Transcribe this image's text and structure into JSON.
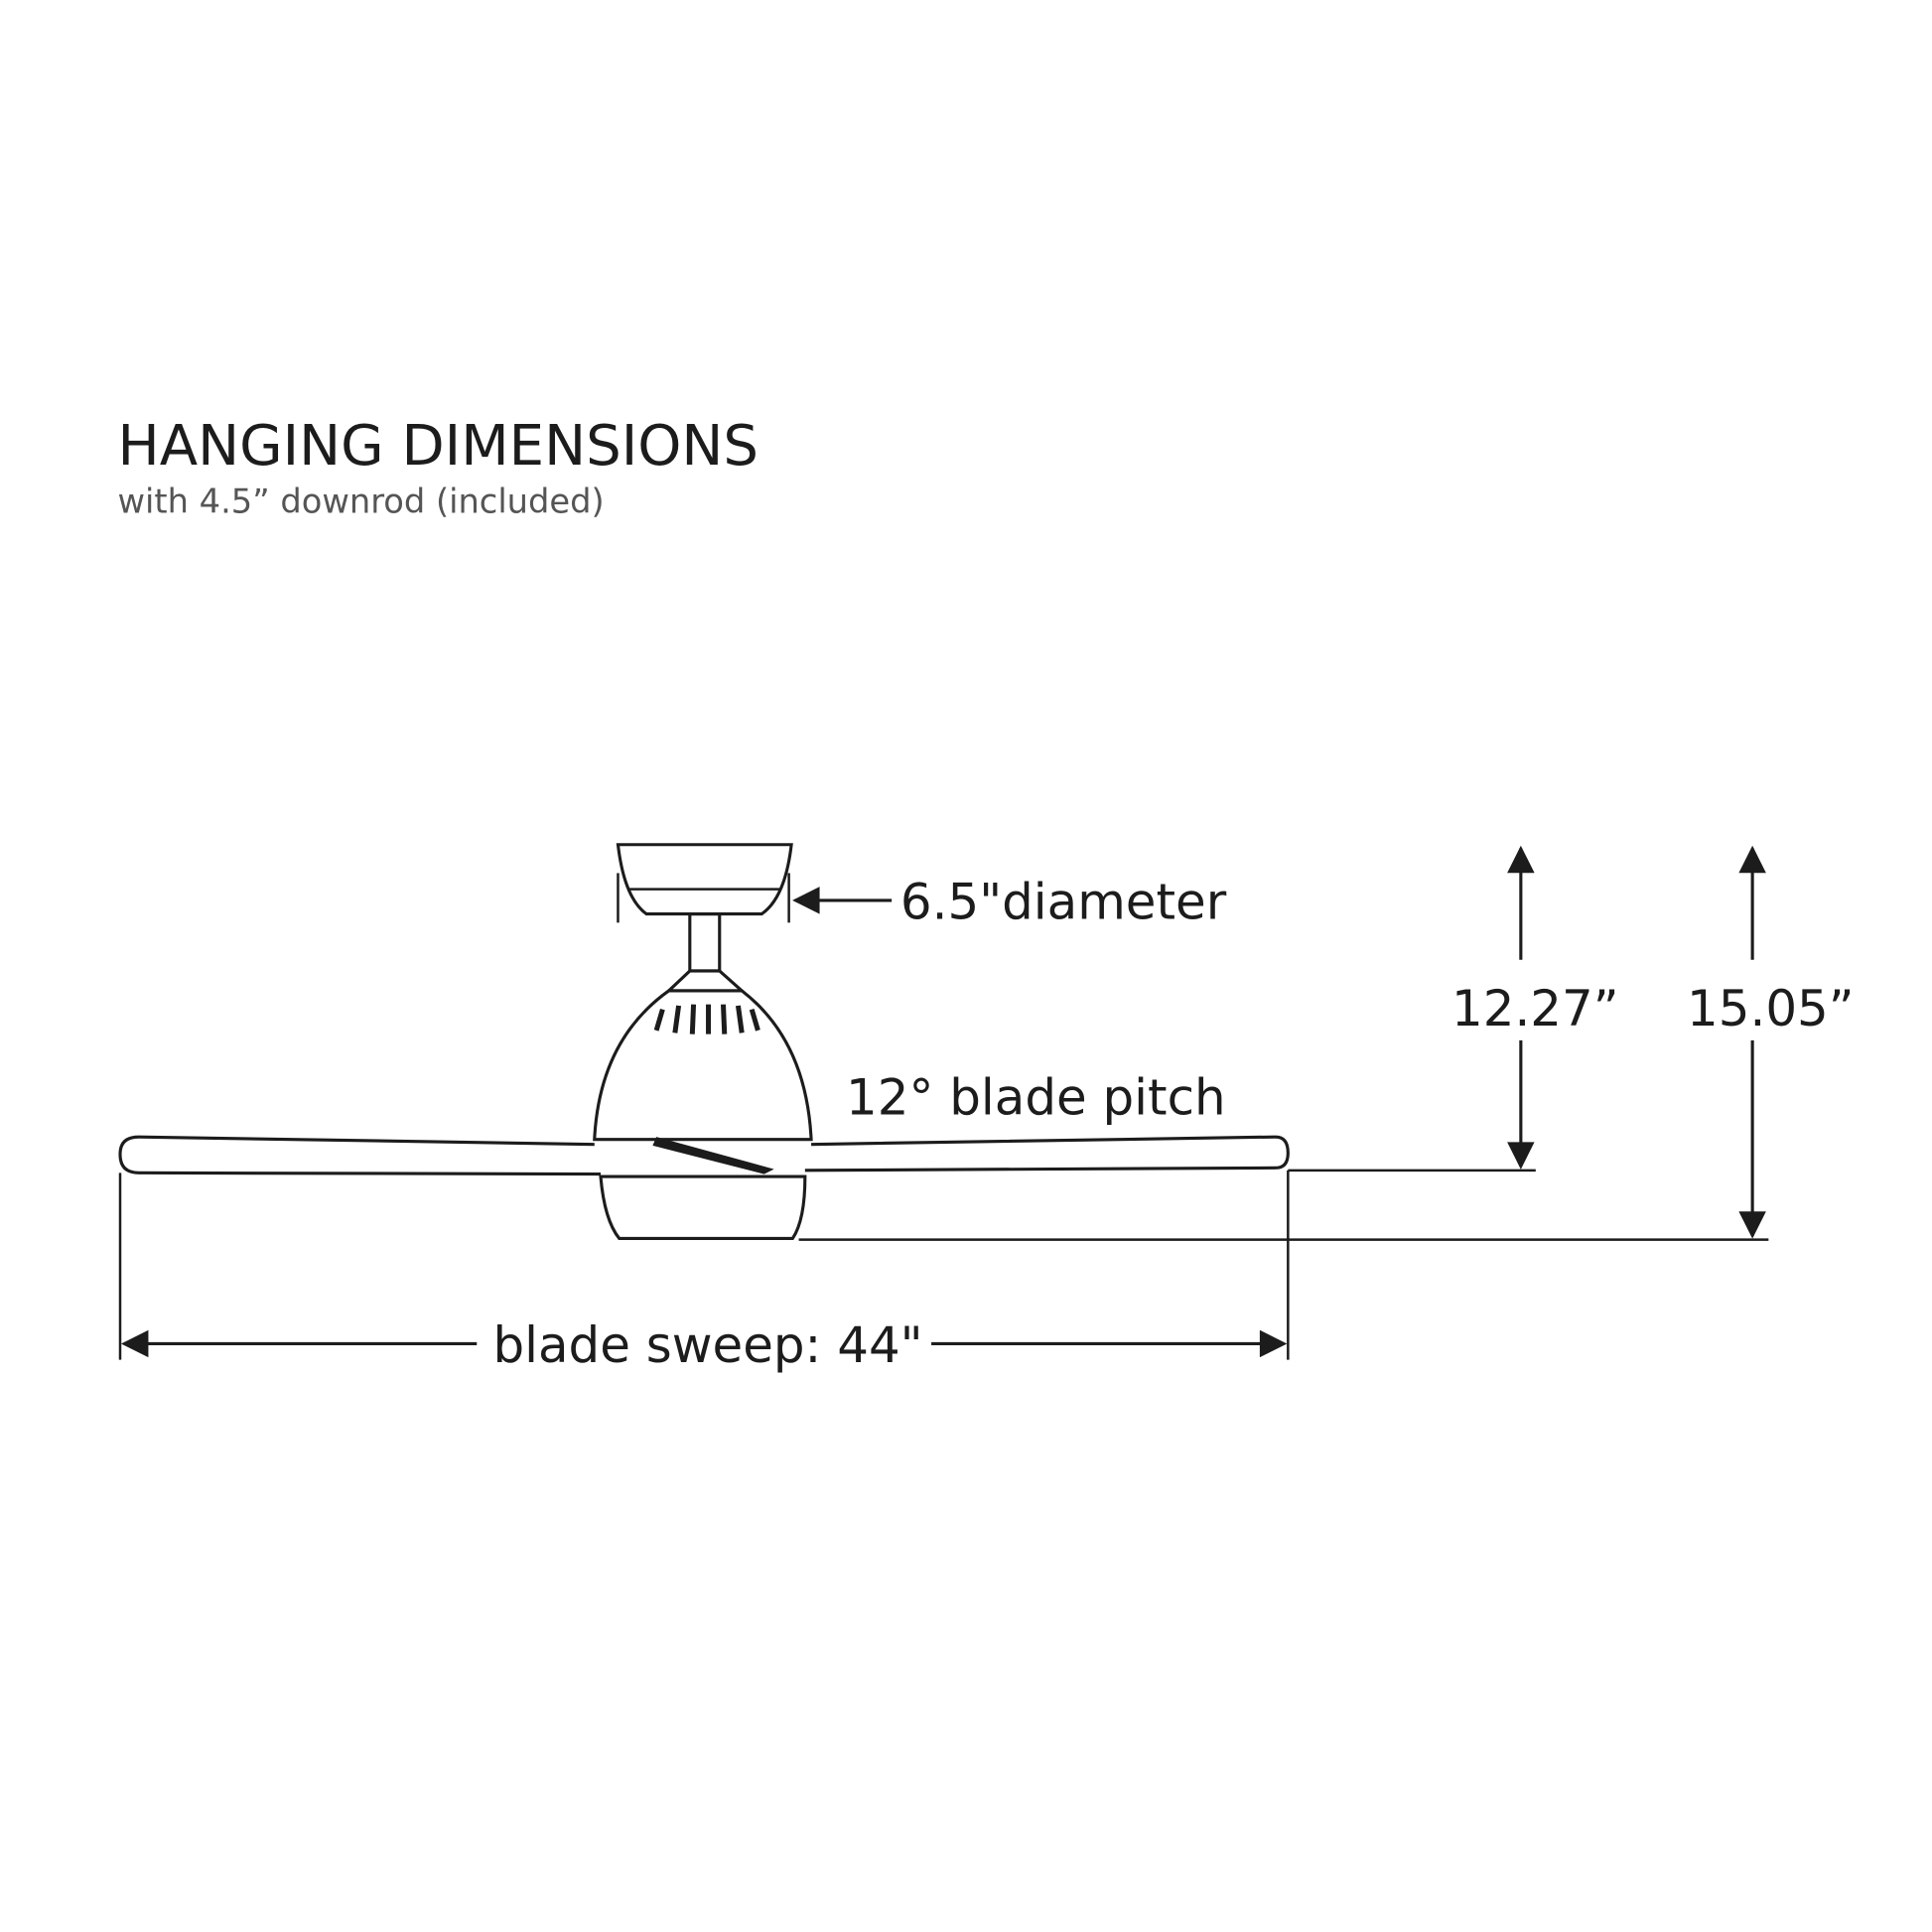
{
  "title": "HANGING DIMENSIONS",
  "subtitle": "with 4.5” downrod (included)",
  "labels": {
    "canopy_diameter": "6.5\"diameter",
    "blade_pitch": "12° blade pitch",
    "height_to_blade": "12.27”",
    "overall_height": "15.05”",
    "blade_sweep": "blade sweep: 44\""
  },
  "colors": {
    "ink": "#1c1c1c",
    "subtitle": "#555555",
    "background": "#ffffff"
  }
}
